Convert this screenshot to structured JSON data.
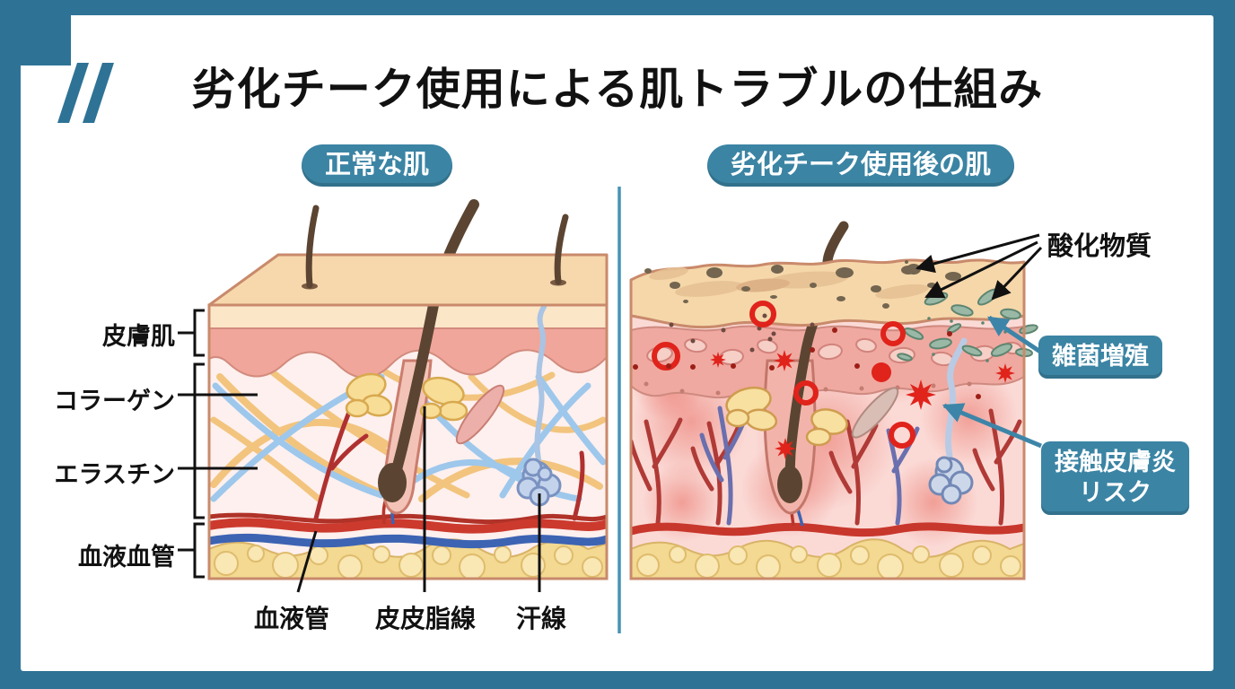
{
  "title": "劣化チーク使用による肌トラブルの仕組み",
  "colors": {
    "frame": "#2e7396",
    "badge": "#3b84a4",
    "arrow": "#3d85a8",
    "divider": "#4793b5",
    "ink": "#111111",
    "red_marker": "#e0231b",
    "bacteria_green": "#9ab8a6"
  },
  "left_panel": {
    "badge": "正常な肌",
    "side_labels": [
      "皮膚肌",
      "コラーゲン",
      "エラスチン",
      "血液血管"
    ],
    "bottom_labels": [
      "血液管",
      "皮皮脂線",
      "汗線"
    ]
  },
  "right_panel": {
    "badge": "劣化チーク使用後の肌",
    "oxidized_label": "酸化物質",
    "bacteria_badge": "雑菌増殖",
    "dermatitis_line1": "接触皮膚炎",
    "dermatitis_line2": "リスク"
  }
}
